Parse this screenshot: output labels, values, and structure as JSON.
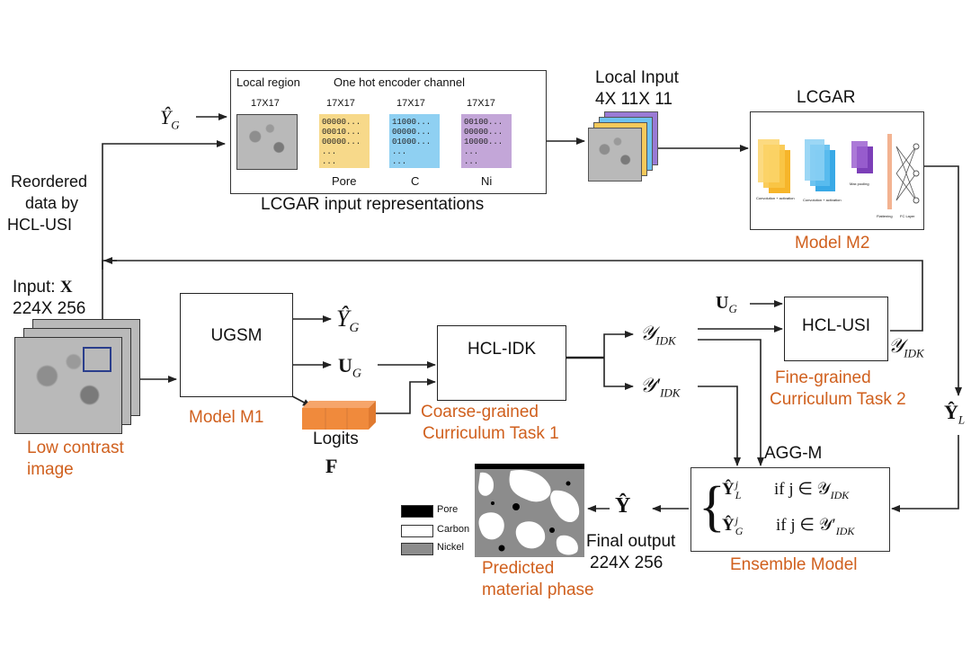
{
  "input": {
    "label_prefix": "Input: ",
    "label_var": "X",
    "size": "224X 256",
    "caption_line1": "Low contrast",
    "caption_line2": "image"
  },
  "reordered": {
    "line1": "Reordered",
    "line2": "data by",
    "line3": "HCL-USI"
  },
  "lcgar_input": {
    "y_hat_g": "Ŷ",
    "y_hat_g_sub": "G",
    "local_region": "Local region",
    "one_hot": "One hot encoder channel",
    "size_labels": [
      "17X17",
      "17X17",
      "17X17",
      "17X17"
    ],
    "channels": [
      {
        "name": "Pore",
        "color": "#f7d98a",
        "rows": [
          "00000...",
          "00010...",
          "00000...",
          "...",
          "..."
        ]
      },
      {
        "name": "C",
        "color": "#8fd0f2",
        "rows": [
          "11000...",
          "00000...",
          "01000...",
          "...",
          "..."
        ]
      },
      {
        "name": "Ni",
        "color": "#c3a6d8",
        "rows": [
          "00100...",
          "00000...",
          "10000...",
          "...",
          "..."
        ]
      }
    ],
    "caption": "LCGAR input representations"
  },
  "local_input": {
    "line1": "Local Input",
    "line2": "4X 11X 11"
  },
  "lcgar": {
    "title": "LCGAR",
    "model": "Model M2",
    "tiny_labels": [
      "Convolution + activation",
      "Convolution + activation",
      "Max pooling",
      "Flattening",
      "FC Layer"
    ]
  },
  "ugsm": {
    "label": "UGSM",
    "model": "Model M1"
  },
  "ugsm_outputs": {
    "y_hat": "Ŷ",
    "y_hat_sub": "G",
    "u": "U",
    "u_sub": "G"
  },
  "logits": {
    "label": "Logits",
    "var": "F"
  },
  "hcl_idk": {
    "label": "HCL-IDK",
    "caption_line1": "Coarse-grained",
    "caption_line2": "Curriculum Task 1"
  },
  "idk_sets": {
    "y_idk": "𝒴",
    "y_idk_sub": "IDK",
    "y_idk_prime": "𝒴′",
    "y_idk_prime_sub": "IDK"
  },
  "hcl_usi": {
    "label": "HCL-USI",
    "u_in": "U",
    "u_in_sub": "G",
    "y_out": "𝒴",
    "y_out_sub": "IDK",
    "caption_line1": "Fine-grained",
    "caption_line2": "Curriculum Task 2"
  },
  "y_l_side": {
    "var": "Ŷ",
    "sub": "L"
  },
  "agg": {
    "title": "AGG-M",
    "row1_var": "Ŷ",
    "row1_sup": "j",
    "row1_sub": "L",
    "row1_cond": "if j ∈ 𝒴",
    "row1_cond_sub": "IDK",
    "row2_var": "Ŷ",
    "row2_sup": "j",
    "row2_sub": "G",
    "row2_cond": "if j ∈ 𝒴′",
    "row2_cond_sub": "IDK",
    "caption": "Ensemble Model"
  },
  "output": {
    "y_hat": "Ŷ",
    "line1": "Final output",
    "line2": "224X 256",
    "legend": [
      {
        "name": "Pore",
        "color": "#000000"
      },
      {
        "name": "Carbon",
        "color": "#ffffff"
      },
      {
        "name": "Nickel",
        "color": "#8c8c8c"
      }
    ],
    "caption_line1": "Predicted",
    "caption_line2": "material phase"
  },
  "colors": {
    "accent": "#d0601e",
    "logits": "#f08a3c",
    "line": "#222222"
  }
}
